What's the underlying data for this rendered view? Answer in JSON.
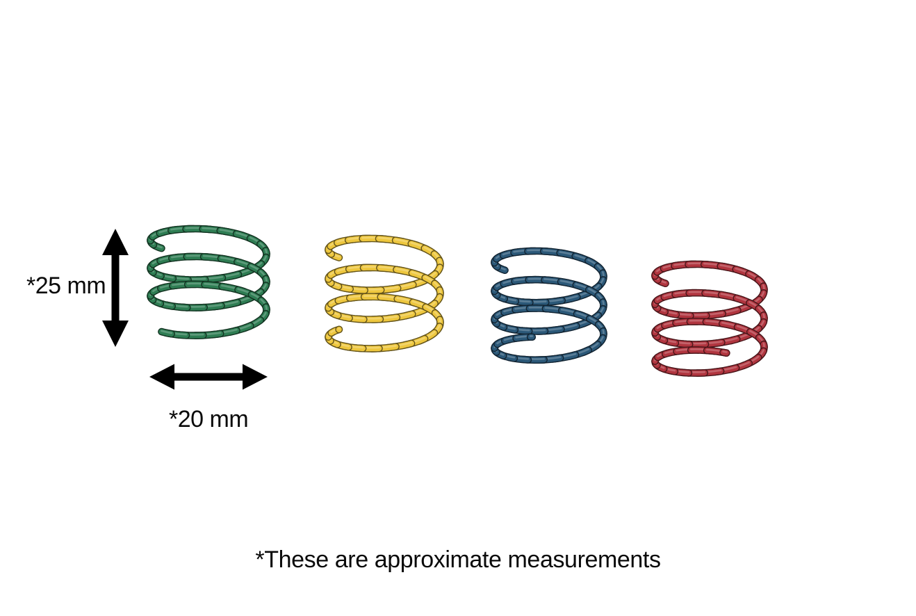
{
  "page": {
    "background_color": "#ffffff",
    "text_color": "#0a0a0a"
  },
  "annotations": {
    "height_label": "*25 mm",
    "width_label": "*20 mm",
    "footnote": "*These are approximate measurements",
    "arrow_color": "#000000"
  },
  "springs": [
    {
      "name": "green-spring",
      "color": "#2e7d53"
    },
    {
      "name": "yellow-spring",
      "color": "#eec73e"
    },
    {
      "name": "blue-spring",
      "color": "#2b5878"
    },
    {
      "name": "red-spring",
      "color": "#b1353f"
    }
  ]
}
